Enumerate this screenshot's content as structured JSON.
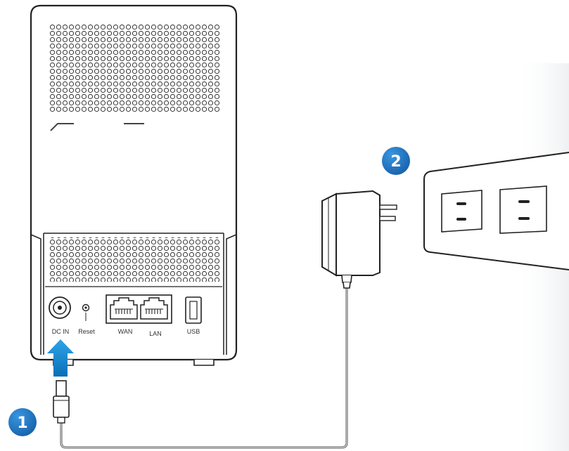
{
  "ports": {
    "dc_in": "DC IN",
    "reset": "Reset",
    "wan": "WAN",
    "lan": "LAN",
    "usb": "USB"
  },
  "steps": [
    {
      "number": "1"
    },
    {
      "number": "2"
    }
  ],
  "colors": {
    "step_badge": "#1f76c9",
    "arrow": "#1a8fd6",
    "outline": "#222222",
    "cable": "#555555"
  }
}
